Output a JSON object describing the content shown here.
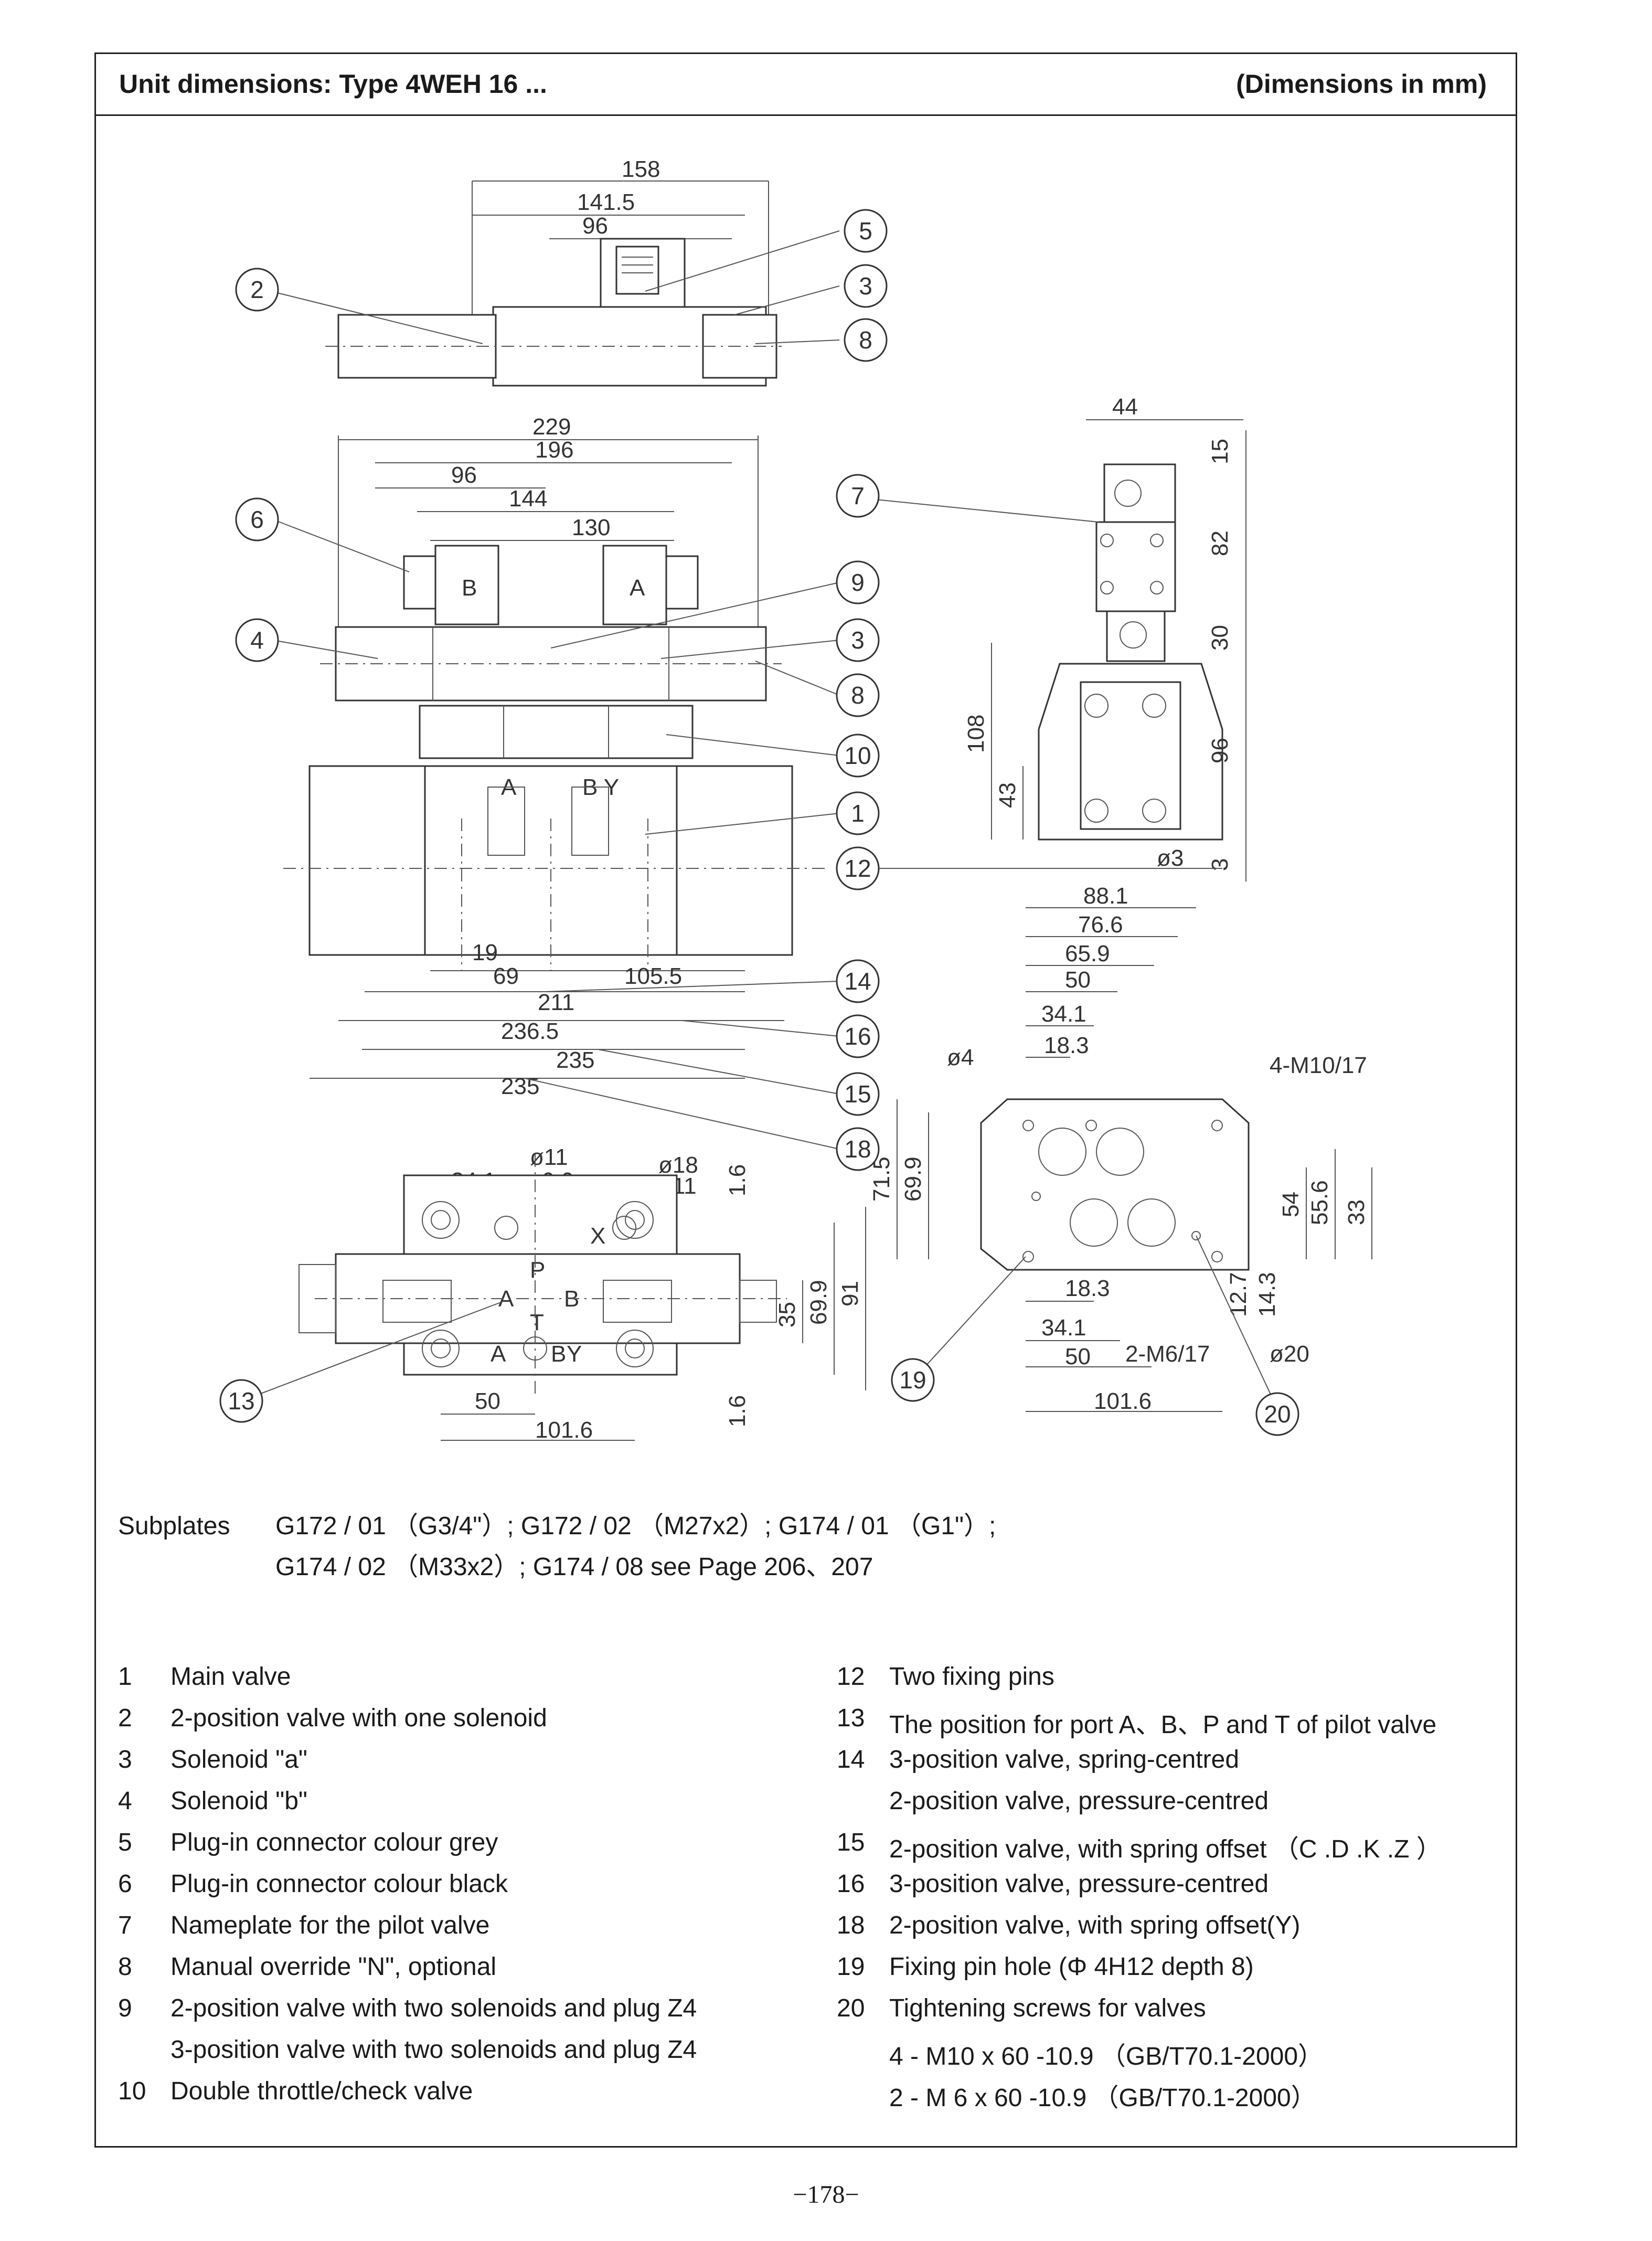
{
  "header": {
    "title": "Unit dimensions: Type 4WEH 16 ...",
    "units": "(Dimensions in mm)"
  },
  "drawing": {
    "top_view": {
      "dims": [
        "158",
        "141.5",
        "96"
      ]
    },
    "front_view": {
      "dims_top": [
        "229",
        "196",
        "96",
        "144",
        "130"
      ],
      "dims_bottom": [
        "19",
        "69",
        "105.5",
        "211",
        "236.5",
        "235",
        "235"
      ],
      "port_labels": [
        "A",
        "B Y"
      ],
      "solenoid_labels": [
        "B",
        "A"
      ]
    },
    "side_view": {
      "dims": [
        "44",
        "15",
        "82",
        "30",
        "96",
        "108",
        "43",
        "3",
        "ø3"
      ]
    },
    "pilot_plan": {
      "dims": [
        "34.1",
        "ø11",
        "ø6.6",
        "ø18",
        "ø11",
        "1.6",
        "35",
        "69.9",
        "91",
        "1.6",
        "50",
        "101.6"
      ],
      "port_labels": [
        "P",
        "A",
        "B",
        "T",
        "X",
        "Y",
        "A",
        "B"
      ]
    },
    "mount_face": {
      "dims_top": [
        "88.1",
        "76.6",
        "65.9",
        "50",
        "34.1",
        "18.3"
      ],
      "hole_labels": [
        "ø4",
        "4-M10/17"
      ],
      "dims_left": [
        "71.5",
        "69.9"
      ],
      "dims_right": [
        "54",
        "55.6",
        "33",
        "12.7",
        "14.3"
      ],
      "dims_bottom": [
        "18.3",
        "34.1",
        "50",
        "101.6"
      ],
      "bottom_labels": [
        "2-M6/17",
        "ø20"
      ]
    },
    "callouts": [
      "1",
      "2",
      "3",
      "4",
      "5",
      "6",
      "7",
      "8",
      "9",
      "10",
      "12",
      "13",
      "14",
      "15",
      "16",
      "18",
      "19",
      "20"
    ]
  },
  "subplates": {
    "label": "Subplates",
    "line1": "G172 / 01 （G3/4\"）; G172 / 02 （M27x2）; G174 / 01 （G1\"）;",
    "line2": "G174 / 02 （M33x2）; G174 / 08  see Page 206、207"
  },
  "legend": {
    "left": [
      {
        "num": "1",
        "text": "Main valve"
      },
      {
        "num": "2",
        "text": "2-position valve with one solenoid"
      },
      {
        "num": "3",
        "text": "Solenoid  \"a\""
      },
      {
        "num": "4",
        "text": "Solenoid  \"b\""
      },
      {
        "num": "5",
        "text": "Plug-in connector colour grey"
      },
      {
        "num": "6",
        "text": "Plug-in connector colour black"
      },
      {
        "num": "7",
        "text": "Nameplate for the pilot valve"
      },
      {
        "num": "8",
        "text": "Manual override \"N\", optional"
      },
      {
        "num": "9",
        "text": "2-position valve with two solenoids and plug Z4"
      },
      {
        "num": "",
        "text": "3-position valve with two solenoids and plug Z4"
      },
      {
        "num": "10",
        "text": "Double throttle/check valve"
      }
    ],
    "right": [
      {
        "num": "12",
        "text": "Two fixing pins"
      },
      {
        "num": "13",
        "text": "The position for port A、B、P and T of pilot valve"
      },
      {
        "num": "14",
        "text": "3-position valve, spring-centred"
      },
      {
        "num": "",
        "text": "2-position valve, pressure-centred"
      },
      {
        "num": "15",
        "text": "2-position valve, with spring offset （C .D .K .Z ）"
      },
      {
        "num": "16",
        "text": "3-position valve, pressure-centred"
      },
      {
        "num": "18",
        "text": "2-position valve, with spring offset(Y)"
      },
      {
        "num": "19",
        "text": "Fixing pin hole (Φ 4H12 depth 8)"
      },
      {
        "num": "20",
        "text": "Tightening screws for valves"
      },
      {
        "num": "",
        "text": "4 - M10 x 60 -10.9 （GB/T70.1-2000）"
      },
      {
        "num": "",
        "text": "2 - M 6 x 60 -10.9 （GB/T70.1-2000）"
      }
    ]
  },
  "page_number": "−178−"
}
